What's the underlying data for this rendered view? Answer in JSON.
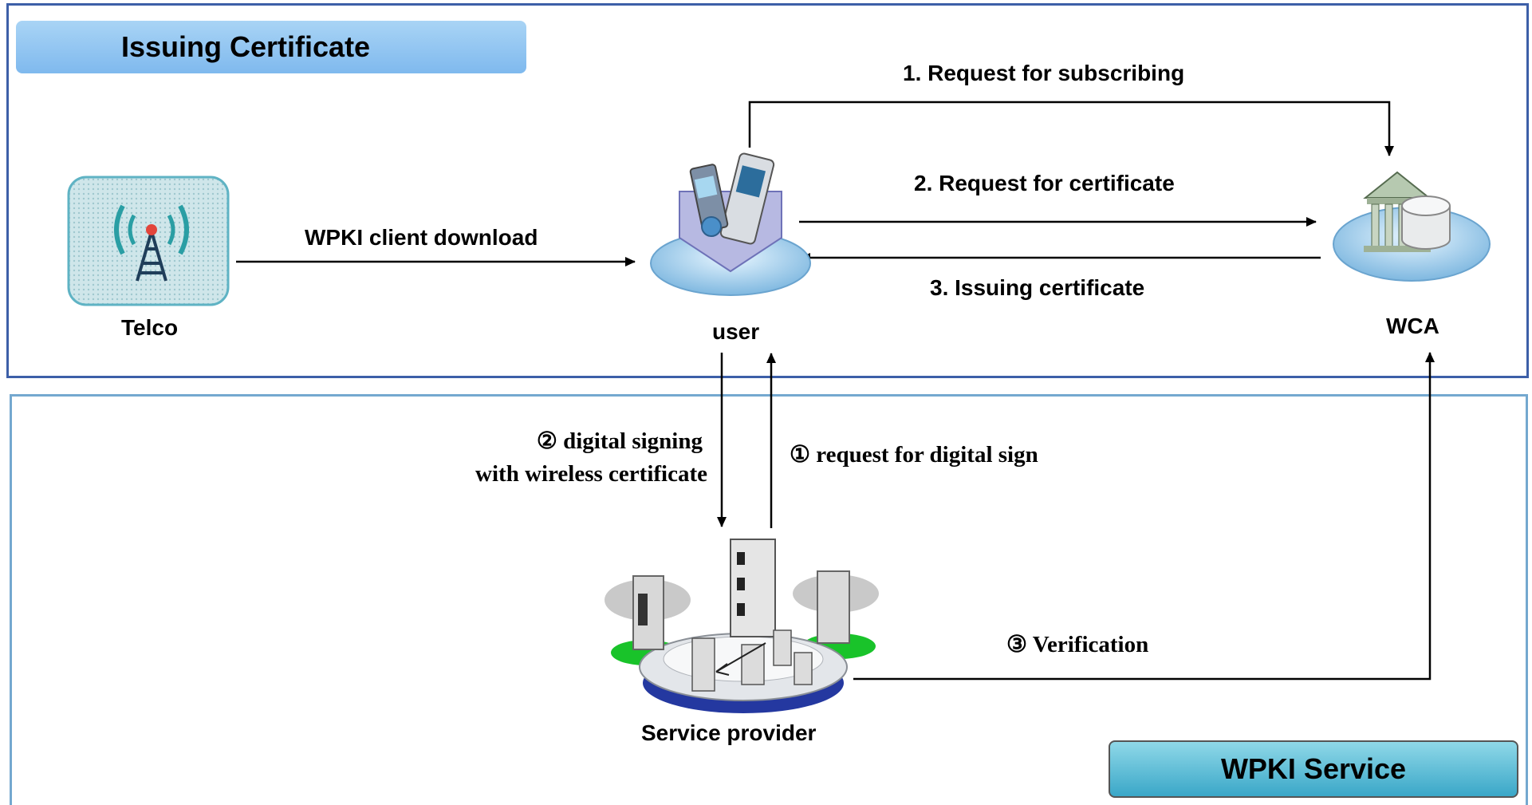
{
  "banners": {
    "issuing": "Issuing Certificate",
    "service": "WPKI Service"
  },
  "nodes": {
    "telco": "Telco",
    "user": "user",
    "wca": "WCA",
    "provider": "Service provider"
  },
  "edges": {
    "subscribe": "1. Request for subscribing",
    "request_cert": "2. Request for certificate",
    "issue_cert": "3. Issuing certificate",
    "client_download": "WPKI client download",
    "digital_signing_1": "② digital signing",
    "digital_signing_2": "with wireless certificate",
    "request_sign": "① request for digital sign",
    "verification": "③ Verification"
  },
  "icons": {
    "telco": "cell-tower-icon",
    "user": "mobile-devices-icon",
    "wca": "bank-building-icon",
    "provider": "server-cluster-icon"
  },
  "colors": {
    "top_border": "#3d5fa8",
    "bottom_border": "#74a8cf",
    "issuing_banner": "#8fc4f2",
    "service_banner": "#5bbcd6"
  }
}
